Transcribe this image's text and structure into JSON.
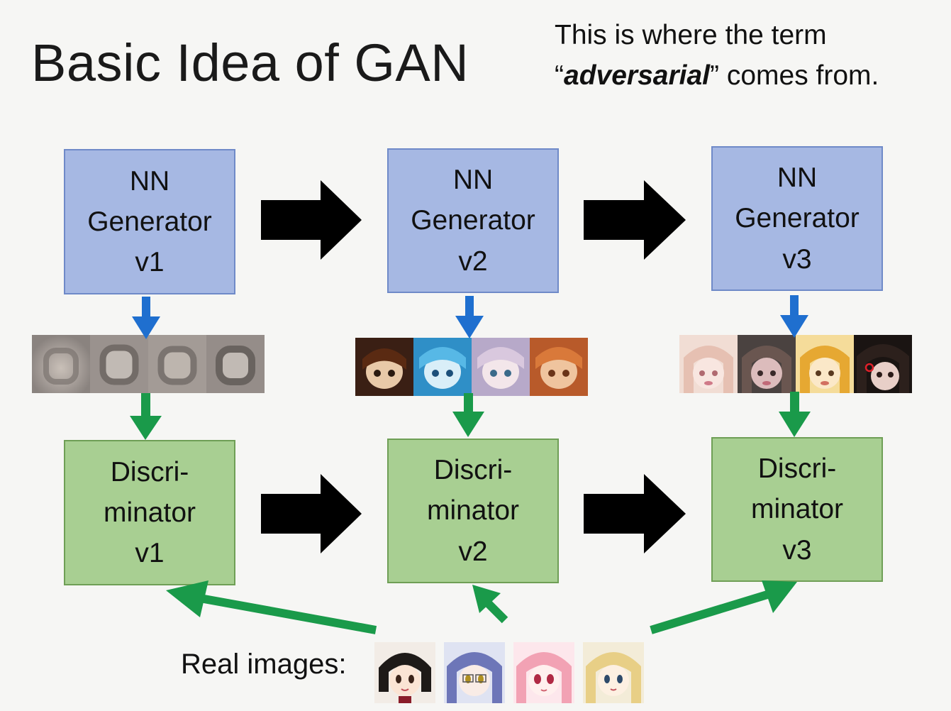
{
  "slide": {
    "title": "Basic Idea of GAN",
    "note_line1": "This is where the term",
    "note_quote_open": "“",
    "note_emphasis": "adversarial",
    "note_quote_close": "”",
    "note_tail": " comes from."
  },
  "generators": [
    {
      "line1": "NN",
      "line2": "Generator",
      "line3": "v1"
    },
    {
      "line1": "NN",
      "line2": "Generator",
      "line3": "v2"
    },
    {
      "line1": "NN",
      "line2": "Generator",
      "line3": "v3"
    }
  ],
  "discriminators": [
    {
      "line1": "Discri-",
      "line2": "minator",
      "line3": "v1"
    },
    {
      "line1": "Discri-",
      "line2": "minator",
      "line3": "v2"
    },
    {
      "line1": "Discri-",
      "line2": "minator",
      "line3": "v3"
    }
  ],
  "real_images": {
    "label": "Real images:"
  },
  "colors": {
    "generator_fill": "#a6b8e3",
    "generator_border": "#6f8ac8",
    "discriminator_fill": "#a8cf92",
    "discriminator_border": "#6f9f56",
    "blue_arrow": "#1f6fcf",
    "green_arrow": "#1a9a4a",
    "black_arrow": "#000000"
  }
}
